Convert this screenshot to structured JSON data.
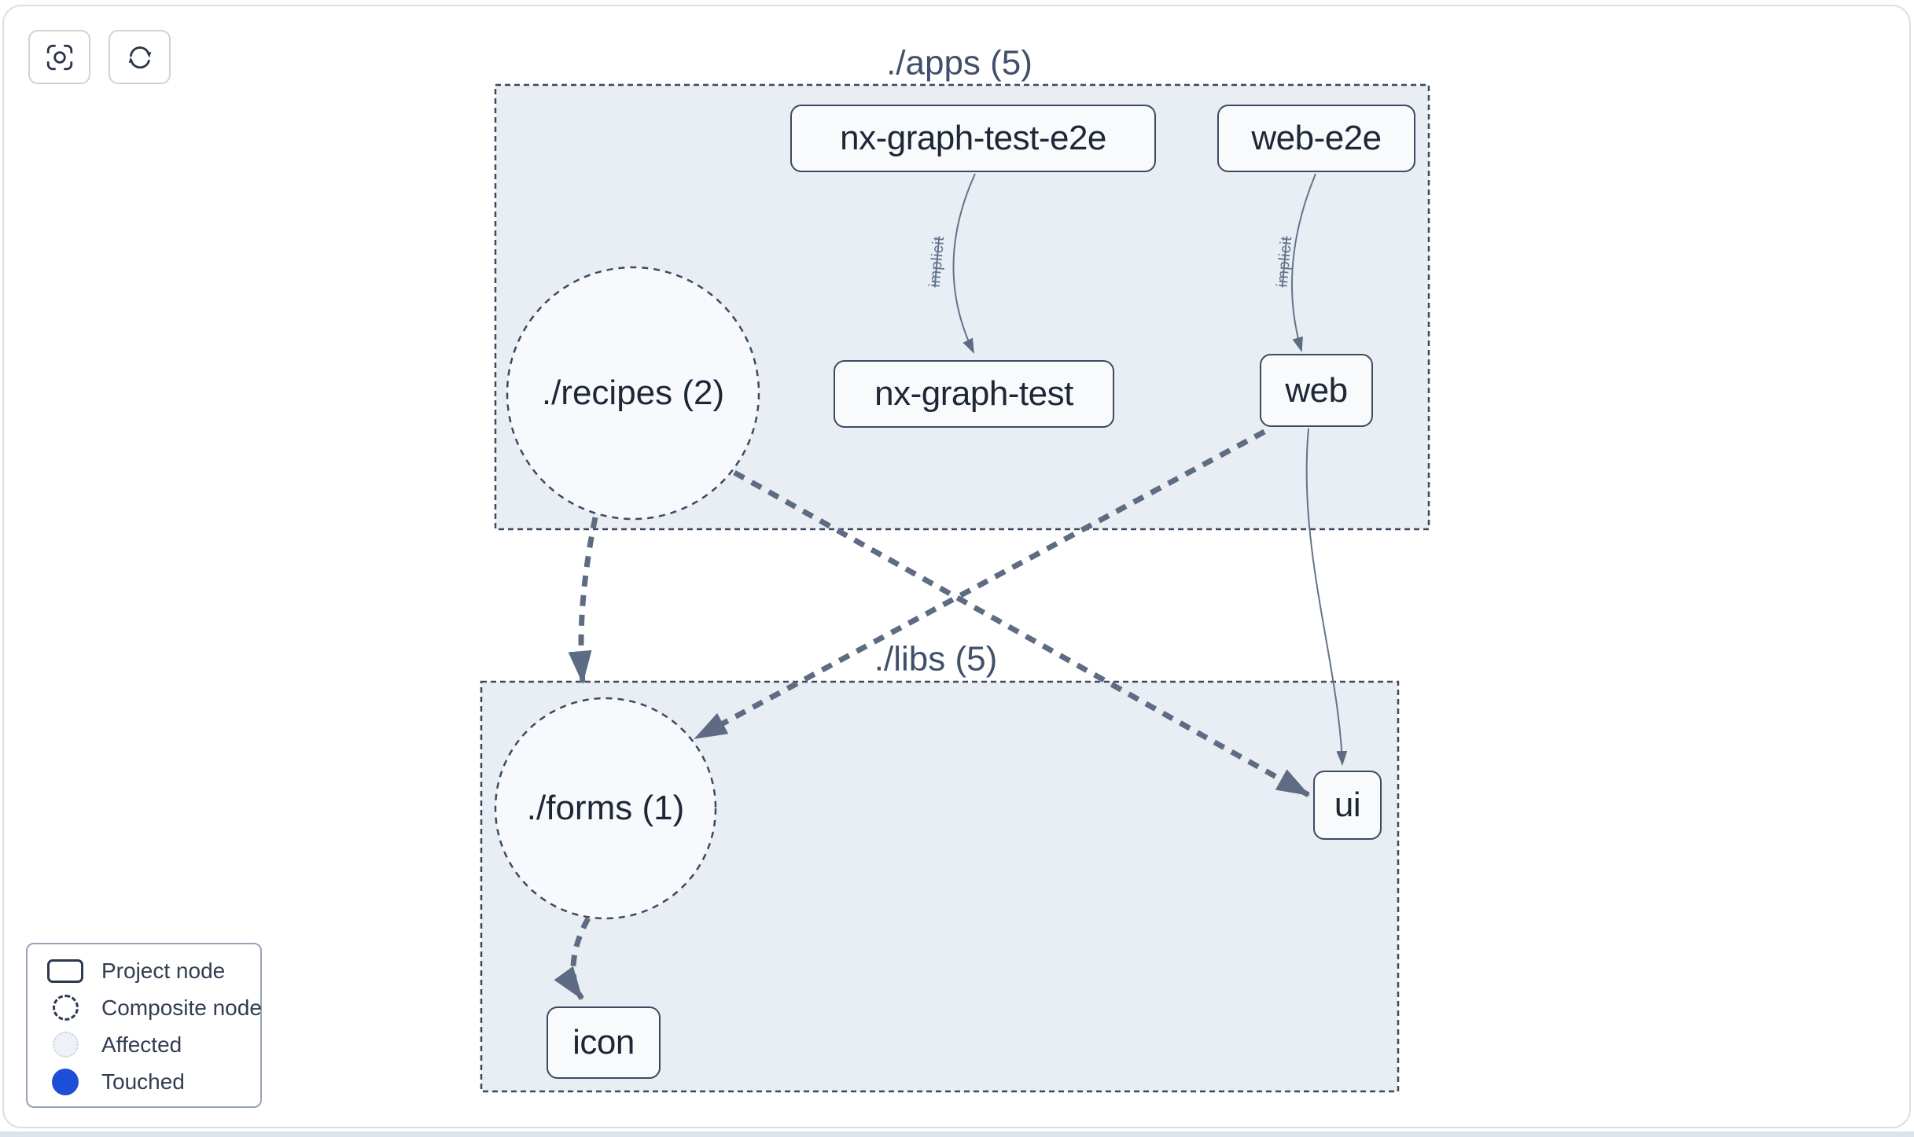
{
  "toolbar": {
    "buttons": [
      {
        "name": "center-graph",
        "icon": "focus-icon"
      },
      {
        "name": "refresh-graph",
        "icon": "refresh-icon"
      }
    ]
  },
  "graph": {
    "groups": [
      {
        "id": "apps",
        "label": "./apps (5)"
      },
      {
        "id": "libs",
        "label": "./libs (5)"
      }
    ],
    "composite_nodes": [
      {
        "id": "recipes",
        "label": "./recipes (2)",
        "group": "apps"
      },
      {
        "id": "forms",
        "label": "./forms (1)",
        "group": "libs"
      }
    ],
    "project_nodes": [
      {
        "id": "nx-graph-test-e2e",
        "label": "nx-graph-test-e2e",
        "group": "apps"
      },
      {
        "id": "web-e2e",
        "label": "web-e2e",
        "group": "apps"
      },
      {
        "id": "nx-graph-test",
        "label": "nx-graph-test",
        "group": "apps"
      },
      {
        "id": "web",
        "label": "web",
        "group": "apps"
      },
      {
        "id": "ui",
        "label": "ui",
        "group": "libs"
      },
      {
        "id": "icon",
        "label": "icon",
        "group": "libs"
      }
    ],
    "edges": [
      {
        "from": "nx-graph-test-e2e",
        "to": "nx-graph-test",
        "type": "implicit",
        "label": "implicit"
      },
      {
        "from": "web-e2e",
        "to": "web",
        "type": "implicit",
        "label": "implicit"
      },
      {
        "from": "./recipes (2)",
        "to": "./forms (1)",
        "type": "composite-dashed",
        "label": ""
      },
      {
        "from": "./recipes (2)",
        "to": "ui",
        "type": "composite-dashed",
        "label": ""
      },
      {
        "from": "web",
        "to": "./forms (1)",
        "type": "composite-dashed",
        "label": ""
      },
      {
        "from": "web",
        "to": "ui",
        "type": "direct",
        "label": ""
      },
      {
        "from": "./forms (1)",
        "to": "icon",
        "type": "composite-dashed",
        "label": ""
      }
    ]
  },
  "legend": {
    "items": [
      {
        "label": "Project node",
        "icon": "project-node-icon"
      },
      {
        "label": "Composite node",
        "icon": "composite-node-icon"
      },
      {
        "label": "Affected",
        "icon": "affected-icon"
      },
      {
        "label": "Touched",
        "icon": "touched-icon"
      }
    ]
  },
  "colors": {
    "group_fill": "#e9edf4",
    "node_fill": "#f9fafc",
    "node_border": "#3d4b60",
    "edge": "#5d6c82",
    "edge_label": "#64748b",
    "group_label": "#41506a",
    "touched_blue": "#1d4ed8",
    "affected_fill": "#eef2f8",
    "canvas_border": "#d9dfe9"
  }
}
